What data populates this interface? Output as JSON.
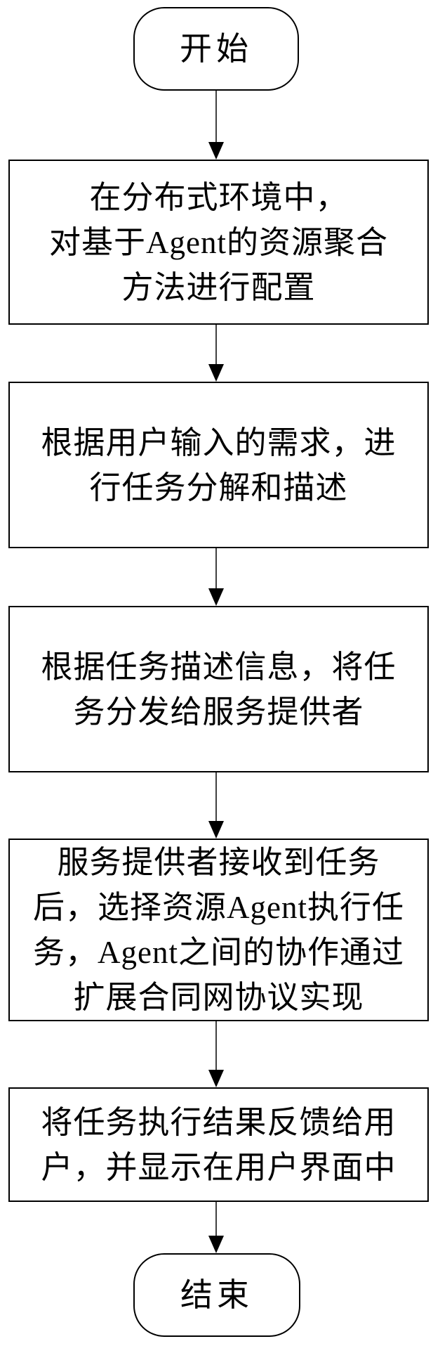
{
  "flowchart": {
    "start": {
      "label": "开始"
    },
    "steps": [
      {
        "label": "在分布式环境中，\n对基于Agent的资源聚合\n方法进行配置"
      },
      {
        "label": "根据用户输入的需求，进\n行任务分解和描述"
      },
      {
        "label": "根据任务描述信息，将任\n务分发给服务提供者"
      },
      {
        "label": "服务提供者接收到任务\n后，选择资源Agent执行任\n务，Agent之间的协作通过\n扩展合同网协议实现"
      },
      {
        "label": "将任务执行结果反馈给用\n户，并显示在用户界面中"
      }
    ],
    "end": {
      "label": "结束"
    },
    "edges": [
      {
        "from": "start",
        "to": "step-1"
      },
      {
        "from": "step-1",
        "to": "step-2"
      },
      {
        "from": "step-2",
        "to": "step-3"
      },
      {
        "from": "step-3",
        "to": "step-4"
      },
      {
        "from": "step-4",
        "to": "step-5"
      },
      {
        "from": "step-5",
        "to": "end"
      }
    ]
  }
}
